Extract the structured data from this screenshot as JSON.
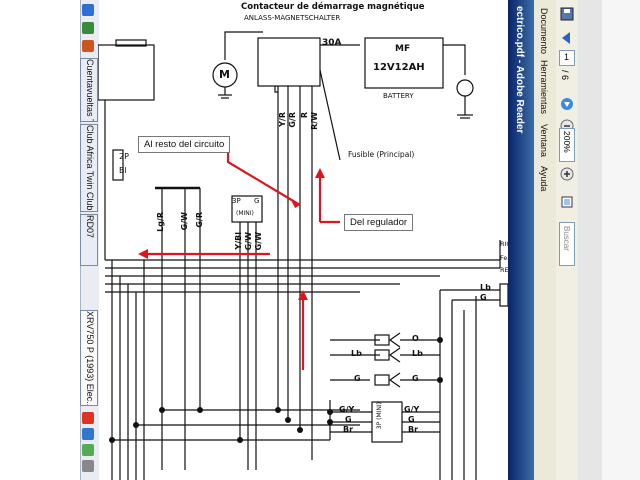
{
  "taskbar": {
    "buttons": [
      {
        "label": "Cuentavueltas Talino Tri..."
      },
      {
        "label": "Club Africa Twin Club Es..."
      },
      {
        "label": "RD07"
      },
      {
        "label": "XRV750 P (1993) Elec..."
      }
    ]
  },
  "reader": {
    "title": "ectrico.pdf - Adobe Reader",
    "menu": [
      "Documento",
      "Herramientas",
      "Ventana",
      "Ayuda"
    ],
    "page_current": "1",
    "page_total": "/ 6",
    "zoom": "200%",
    "search_placeholder": "Buscar"
  },
  "schematic": {
    "header_fr": "Contacteur de démarrage magnétique",
    "header_de": "ANLASS-MAGNETSCHALTER",
    "fuse_rating": "30A",
    "motor": "M",
    "battery_mf": "MF",
    "battery_model": "12V12AH",
    "battery_label": "BATTERY",
    "fuse_main": "Fusible (Principal)",
    "wires_top": [
      "Y/R",
      "G/R",
      "R",
      "R/W"
    ],
    "conn_2p": "2P",
    "conn_bl": "Bl",
    "wires_left": [
      "Lg/R",
      "G/W",
      "G/R"
    ],
    "conn_3p": "3P",
    "conn_g": "G",
    "conn_mini": "(MINI)",
    "wires_mid": [
      "Y/Bl",
      "G/W",
      "G/W"
    ],
    "right_conn_labels": [
      "RIG",
      "Fea",
      "RE"
    ],
    "right_wires": [
      "Lb",
      "G"
    ],
    "connectors": [
      {
        "left": "",
        "right": "O"
      },
      {
        "left": "Lb",
        "right": "Lb"
      },
      {
        "left": "G",
        "right": "G"
      },
      {
        "left": "G/Y",
        "right": "G/Y"
      },
      {
        "left": "G",
        "right": "G"
      },
      {
        "left": "Br",
        "right": "Br"
      }
    ],
    "mini_3p": "3P (MINI)"
  },
  "annotations": {
    "rest_of_circuit": "Al resto del circuito",
    "from_regulator": "Del regulador"
  },
  "colors": {
    "arrow": "#e0141e",
    "wire": "#111111",
    "reader_title": "#0a246a"
  }
}
